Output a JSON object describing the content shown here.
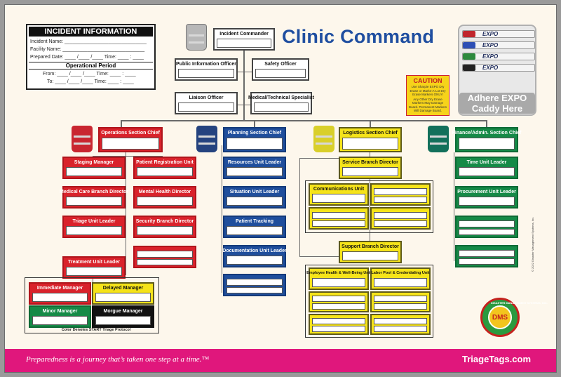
{
  "title": "Clinic Command",
  "incident_info": {
    "header": "INCIDENT INFORMATION",
    "incident_name": "Incident Name:",
    "facility_name": "Facility Name:",
    "prepared_date": "Prepared Date: ____ /____ /____ Time: ____ : ____",
    "operational_period": "Operational Period",
    "from": "From: ____ /____ /____ Time: ____ : ____",
    "to": "To: ____ /____ /____ Time: ____ : ____"
  },
  "command": {
    "incident_commander": "Incident Commander",
    "public_information_officer": "Public Information Officer",
    "safety_officer": "Safety Officer",
    "liaison_officer": "Liaison Officer",
    "medical_technical_specialist": "Medical/Technical Specialist"
  },
  "operations": {
    "chief": "Operations Section Chief",
    "staging_manager": "Staging Manager",
    "patient_registration_unit": "Patient Registration Unit",
    "medical_care_branch_director": "Medical Care Branch Director",
    "mental_health_director": "Mental Health Director",
    "triage_unit_leader": "Triage Unit Leader",
    "security_branch_director": "Security Branch Director",
    "treatment_unit_leader": "Treatment Unit Leader",
    "immediate_manager": "Immediate Manager",
    "delayed_manager": "Delayed Manager",
    "minor_manager": "Minor Manager",
    "morgue_manager": "Morgue Manager",
    "triage_note": "Color Denotes START Triage Protocol"
  },
  "planning": {
    "chief": "Planning Section Chief",
    "resources_unit_leader": "Resources Unit Leader",
    "situation_unit_leader": "Situation Unit Leader",
    "patient_tracking": "Patient Tracking",
    "documentation_unit_leader": "Documentation Unit Leader"
  },
  "logistics": {
    "chief": "Logistics Section Chief",
    "service_branch_director": "Service Branch Director",
    "communications_unit": "Communications Unit",
    "support_branch_director": "Support Branch Director",
    "employee_health": "Employee Health & Well-Being Unit",
    "labor_pool": "Labor Pool & Credentialing Unit"
  },
  "finance": {
    "chief": "Finance/Admin. Section Chief",
    "time_unit_leader": "Time Unit Leader",
    "procurement_unit_leader": "Procurement Unit Leader"
  },
  "caution": {
    "heading": "CAUTION",
    "text1": "Use Sharpie EXPO Dry Erase or Marks-A-Lot Dry Erase Markers ONLY!",
    "text2": "Any Other Dry Erase Markers May Damage Board. Permanent Markers Will Damage Board."
  },
  "caddy": {
    "marker_brand": "EXPO",
    "label_line1": "Adhere EXPO",
    "label_line2": "Caddy Here",
    "marker_colors": [
      "#c0262d",
      "#2d4fb5",
      "#2c8a3e",
      "#222222"
    ]
  },
  "seal": {
    "text": "DMS",
    "ring": "DISASTER MANAGEMENT SYSTEMS, INC."
  },
  "copyright": "© 2022 Disaster Management Systems, Inc.",
  "footer": {
    "slogan": "Preparedness is a journey that’s taken one step at a time.™",
    "site": "TriageTags.com"
  },
  "colors": {
    "title_blue": "#1f4ea0",
    "operations_red": "#d9222b",
    "planning_blue": "#1f4e9c",
    "logistics_yellow": "#f5e31a",
    "finance_green": "#158a47",
    "footer_pink": "#e0177c"
  }
}
